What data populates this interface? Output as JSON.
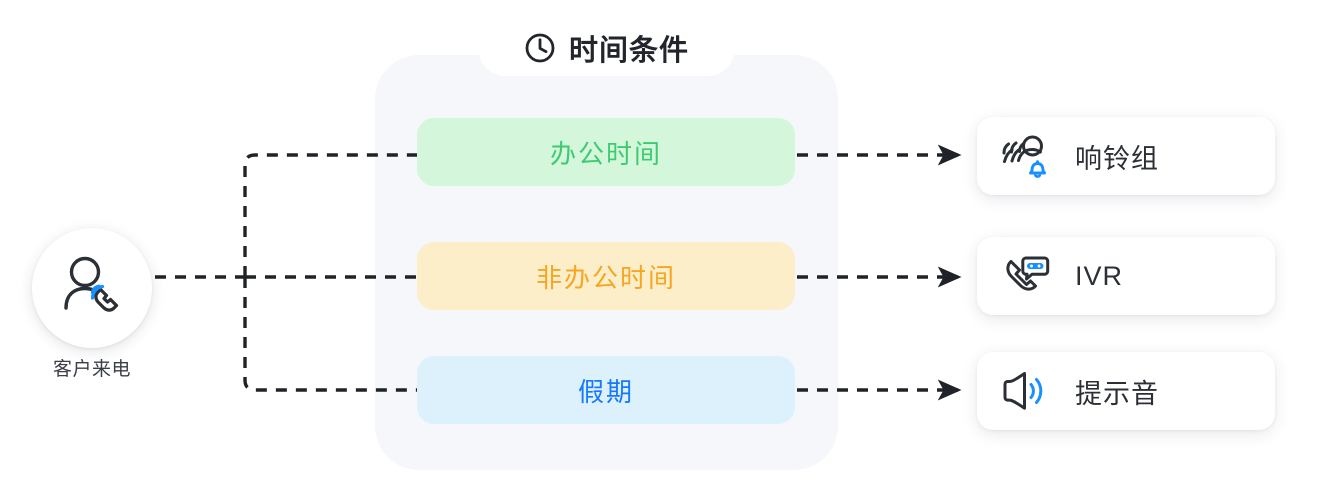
{
  "diagram": {
    "source": {
      "label": "客户来电",
      "icon": "person-with-phone-icon"
    },
    "panel": {
      "title": "时间条件",
      "title_icon": "clock-icon",
      "background_color": "#f5f7fa",
      "conditions": [
        {
          "label": "办公时间",
          "bg_color": "#d4f7dc",
          "text_color": "#3dcb72",
          "icon": ""
        },
        {
          "label": "非办公时间",
          "bg_color": "#fdeeca",
          "text_color": "#f5a623",
          "icon": ""
        },
        {
          "label": "假期",
          "bg_color": "#ddf1fd",
          "text_color": "#1677ff",
          "icon": ""
        }
      ]
    },
    "destinations": [
      {
        "label": "响铃组",
        "icon": "ring-group-bell-icon"
      },
      {
        "label": "IVR",
        "icon": "phone-message-icon"
      },
      {
        "label": "提示音",
        "icon": "speaker-sound-icon"
      }
    ],
    "connector": {
      "style": "dashed",
      "color": "#1f2328",
      "arrowhead": "solid-triangle"
    },
    "accent_color": "#1890ff"
  }
}
